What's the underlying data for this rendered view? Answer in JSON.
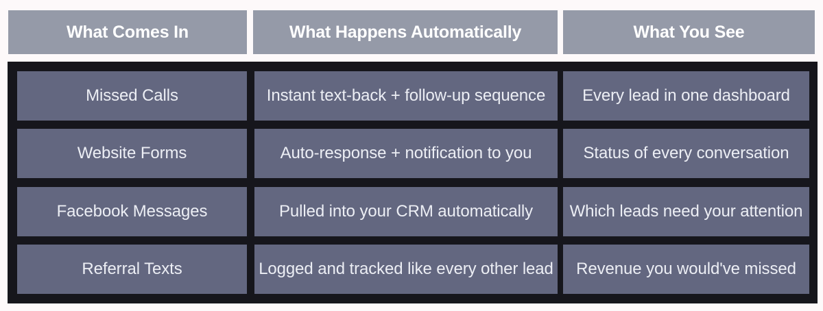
{
  "theme": {
    "page_background": "#fdf9fa",
    "header_cell_background": "#959aa8",
    "header_text_color": "#ffffff",
    "panel_background": "#16161c",
    "body_cell_background": "#636780",
    "body_text_color": "#eceef4"
  },
  "table": {
    "columns": [
      {
        "header": "What Comes In"
      },
      {
        "header": "What Happens Automatically"
      },
      {
        "header": "What You See"
      }
    ],
    "rows": [
      {
        "what_comes_in": "Missed Calls",
        "what_happens_automatically": "Instant text-back + follow-up sequence",
        "what_you_see": "Every lead in one dashboard"
      },
      {
        "what_comes_in": "Website Forms",
        "what_happens_automatically": "Auto-response + notification to you",
        "what_you_see": "Status of every conversation"
      },
      {
        "what_comes_in": "Facebook Messages",
        "what_happens_automatically": "Pulled into your CRM automatically",
        "what_you_see": "Which leads need your attention"
      },
      {
        "what_comes_in": "Referral Texts",
        "what_happens_automatically": "Logged and tracked like every other lead",
        "what_you_see": "Revenue you would've missed"
      }
    ]
  }
}
